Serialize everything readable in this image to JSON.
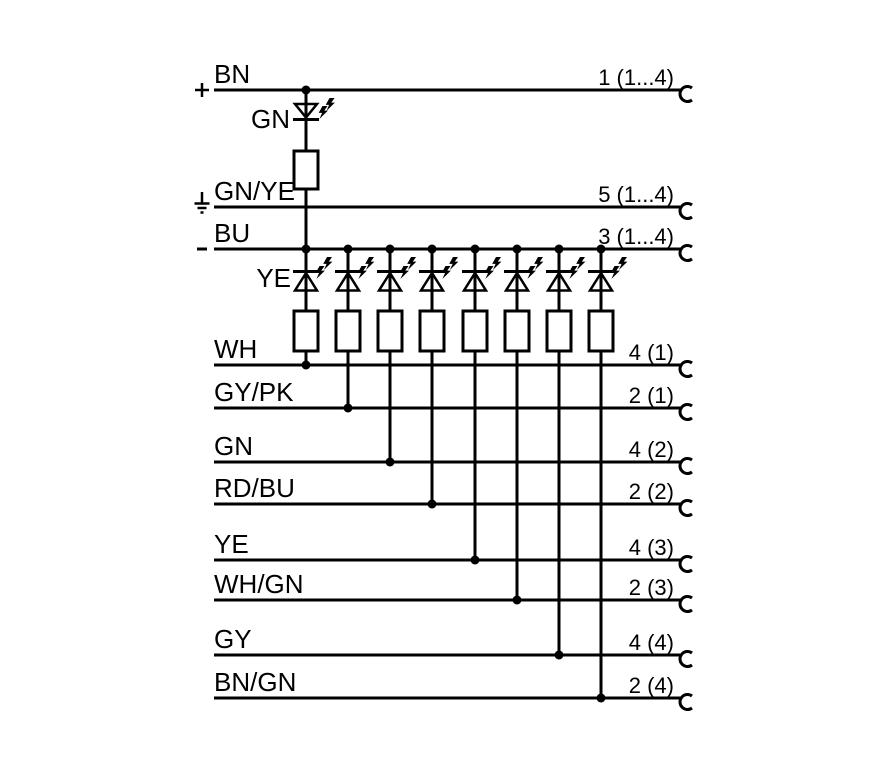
{
  "diagram": {
    "power_led": {
      "label": "GN"
    },
    "output_led": {
      "label": "YE"
    },
    "wires": [
      {
        "label": "BN",
        "pin": "1 (1...4)",
        "polarity": "+"
      },
      {
        "label": "GN/YE",
        "pin": "5 (1...4)",
        "polarity": "earth"
      },
      {
        "label": "BU",
        "pin": "3 (1...4)",
        "polarity": "-"
      },
      {
        "label": "WH",
        "pin": "4 (1)"
      },
      {
        "label": "GY/PK",
        "pin": "2 (1)"
      },
      {
        "label": "GN",
        "pin": "4 (2)"
      },
      {
        "label": "RD/BU",
        "pin": "2 (2)"
      },
      {
        "label": "YE",
        "pin": "4 (3)"
      },
      {
        "label": "WH/GN",
        "pin": "2 (3)"
      },
      {
        "label": "GY",
        "pin": "4 (4)"
      },
      {
        "label": "BN/GN",
        "pin": "2 (4)"
      }
    ],
    "colors": {
      "line": "#000000",
      "background": "#ffffff"
    }
  }
}
